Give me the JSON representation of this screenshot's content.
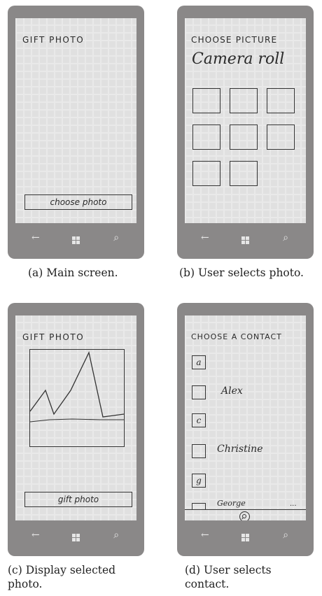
{
  "panels": {
    "a": {
      "title": "GIFT PHOTO",
      "button_label": "choose photo",
      "caption": "(a) Main screen."
    },
    "b": {
      "title": "CHOOSE PICTURE",
      "subtitle": "Camera roll",
      "thumb_count": 8,
      "caption": "(b) User selects photo."
    },
    "c": {
      "title": "GIFT PHOTO",
      "button_label": "gift photo",
      "caption_line1": "(c) Display selected",
      "caption_line2": "photo."
    },
    "d": {
      "title": "CHOOSE A CONTACT",
      "letters": [
        "a",
        "",
        "c",
        "",
        "g",
        ""
      ],
      "contacts": [
        "Alex",
        "Christine",
        "George"
      ],
      "more": "...",
      "caption_line1": "(d) User selects",
      "caption_line2": "contact."
    }
  },
  "nav": {
    "back_icon": "←",
    "search_icon": "⌕"
  },
  "colors": {
    "phone_frame": "#8a8888",
    "screen_bg": "#f6f6f6",
    "ink": "#2a2a2a"
  }
}
